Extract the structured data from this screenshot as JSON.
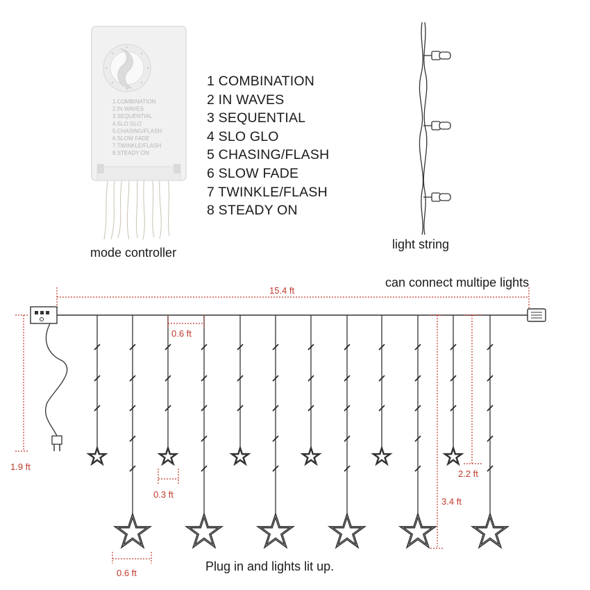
{
  "controller": {
    "panel_lines": [
      "1.COMBINATION",
      "2.IN WAVES",
      "3.SEQUENTIAL",
      "4.SLO GLO",
      "5.CHASING/FLASH",
      "6.SLOW FADE",
      "7.TWINKLE/FLASH",
      "8.STEADY ON"
    ],
    "caption": "mode controller"
  },
  "modes": [
    "1 COMBINATION",
    "2 IN WAVES",
    "3 SEQUENTIAL",
    "4 SLO GLO",
    "5 CHASING/FLASH",
    "6 SLOW FADE",
    "7 TWINKLE/FLASH",
    "8 STEADY ON"
  ],
  "light_string": {
    "caption": "light string"
  },
  "diagram": {
    "connect_note": "can connect multipe lights",
    "total_length": "15.4 ft",
    "spacing": "0.6 ft",
    "lead_length": "1.9 ft",
    "small_star_width": "0.3 ft",
    "large_star_width": "0.6 ft",
    "short_drop": "2.2 ft",
    "long_drop": "3.4 ft",
    "footer": "Plug in and lights lit up."
  },
  "colors": {
    "dimension": "#c0392b",
    "wire": "#333333",
    "controller_body": "#f1f1f1"
  }
}
